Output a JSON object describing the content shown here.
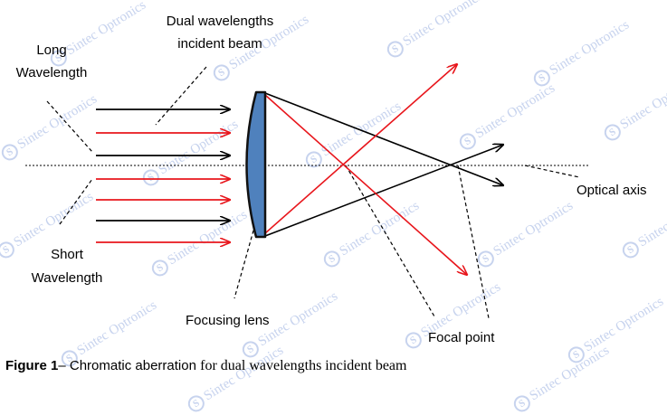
{
  "labels": {
    "long_wavelength": [
      "Long",
      "Wavelength"
    ],
    "incident_beam": [
      "Dual wavelengths",
      "incident beam"
    ],
    "short_wavelength": [
      "Short",
      "Wavelength"
    ],
    "focusing_lens": "Focusing lens",
    "focal_point": "Focal point",
    "optical_axis": "Optical axis"
  },
  "caption": {
    "figure": "Figure 1",
    "part1": "– Chromatic aberration ",
    "part2": "for dual wavelengths incident beam"
  },
  "watermark": {
    "text": "Sintec Optronics",
    "color": "#c7d3ee"
  },
  "beam_colors": [
    "#000000",
    "#e8161c",
    "#000000",
    "#e8161c",
    "#e8161c",
    "#000000",
    "#e8161c"
  ],
  "colors": {
    "long_ray": "#000000",
    "short_ray": "#e8161c",
    "lens_fill": "#4f81bd",
    "lens_stroke": "#111111"
  }
}
